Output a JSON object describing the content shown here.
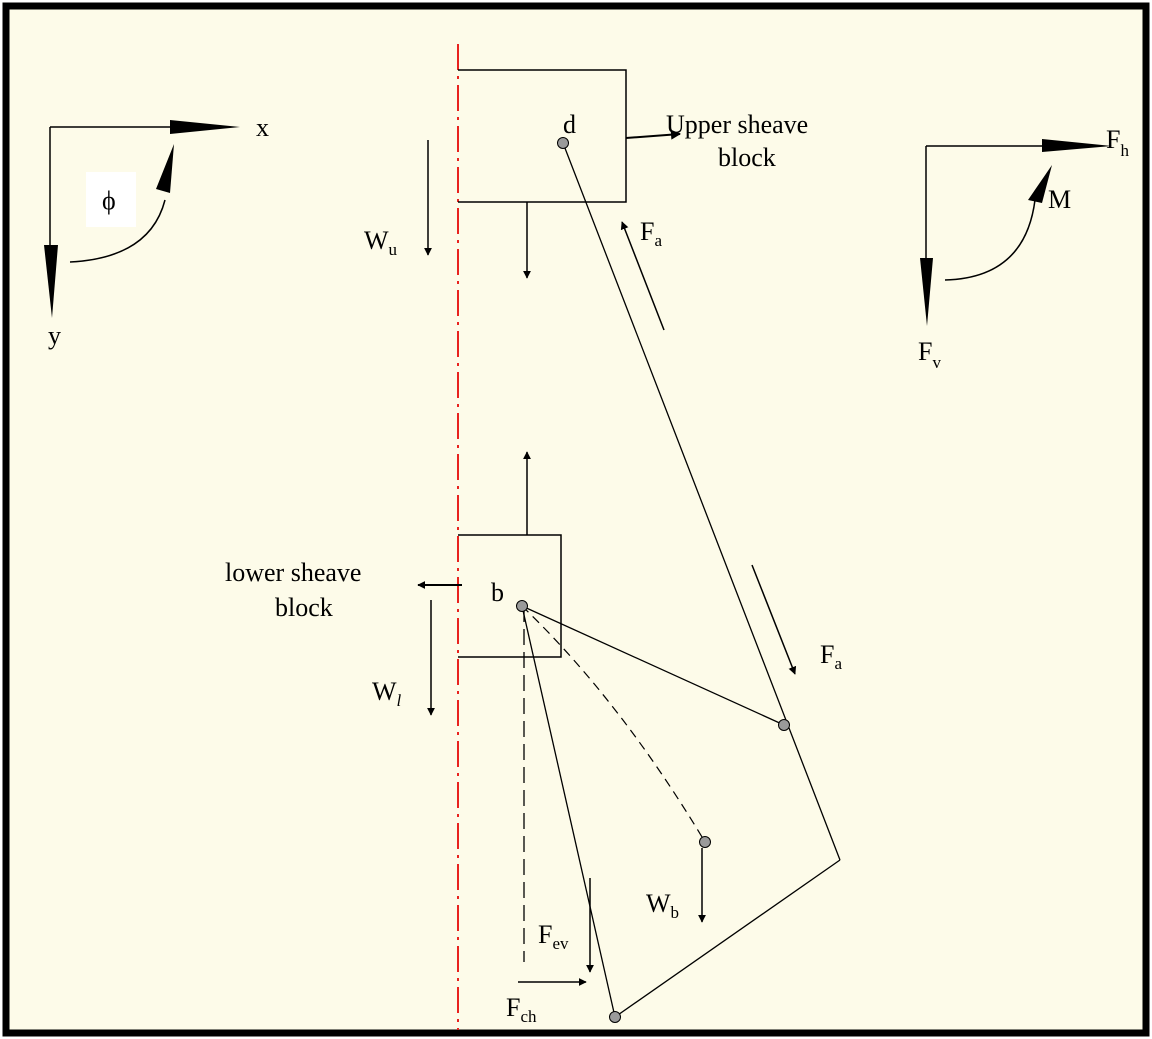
{
  "colors": {
    "background": "#fdfbe9",
    "frame": "#000000",
    "centerline": "#e8231f",
    "line": "#000000",
    "node_fill": "#9a9a9a",
    "phi_box": "#ffffff"
  },
  "left_axes": {
    "x_label": "x",
    "y_label": "y",
    "angle_label": "ϕ"
  },
  "right_axes": {
    "fh_main": "F",
    "fh_sub": "h",
    "fv_main": "F",
    "fv_sub": "v",
    "moment_label": "M"
  },
  "upper_block": {
    "label_line1": "Upper sheave",
    "label_line2": "block",
    "point_label": "d",
    "weight_main": "W",
    "weight_sub": "u"
  },
  "lower_block": {
    "label_line1": "lower sheave",
    "label_line2": "block",
    "point_label": "b",
    "weight_main": "W",
    "weight_sub": "l"
  },
  "forces": {
    "fa_upper_main": "F",
    "fa_upper_sub": "a",
    "fa_lower_main": "F",
    "fa_lower_sub": "a",
    "wb_main": "W",
    "wb_sub": "b",
    "fev_main": "F",
    "fev_sub": "ev",
    "fch_main": "F",
    "fch_sub": "ch"
  }
}
